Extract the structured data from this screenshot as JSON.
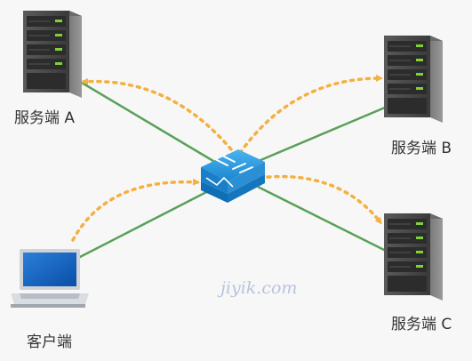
{
  "nodes": {
    "server_a": {
      "label": "服务端 A",
      "icon": "server-icon"
    },
    "server_b": {
      "label": "服务端 B",
      "icon": "server-icon"
    },
    "server_c": {
      "label": "服务端 C",
      "icon": "server-icon"
    },
    "client": {
      "label": "客户端",
      "icon": "laptop-icon"
    },
    "switch": {
      "icon": "network-switch-icon"
    }
  },
  "watermark": "jiyik.com",
  "colors": {
    "background": "#f7f7f7",
    "link_line": "#5aa05a",
    "traffic_arrow": "#f4b040",
    "switch_blue": "#1e8fd6",
    "server_body": "#4a4a4a",
    "server_led": "#7fd13b"
  }
}
